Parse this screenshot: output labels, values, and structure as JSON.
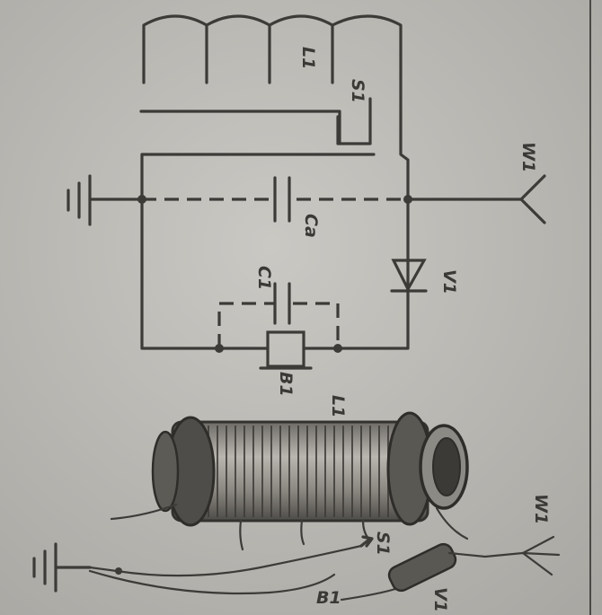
{
  "schematic_labels": {
    "coil": "L1",
    "switch": "S1",
    "antenna": "W1",
    "capacitor_antenna": "Ca",
    "diode": "V1",
    "capacitor_1": "C1",
    "earphone": "B1"
  },
  "drawing_labels": {
    "coil": "L1",
    "antenna": "W1",
    "switch": "S1",
    "diode": "V1",
    "earphone": "B1"
  },
  "colors": {
    "paper": "#bdbbb6",
    "ink": "#3c3b38"
  }
}
